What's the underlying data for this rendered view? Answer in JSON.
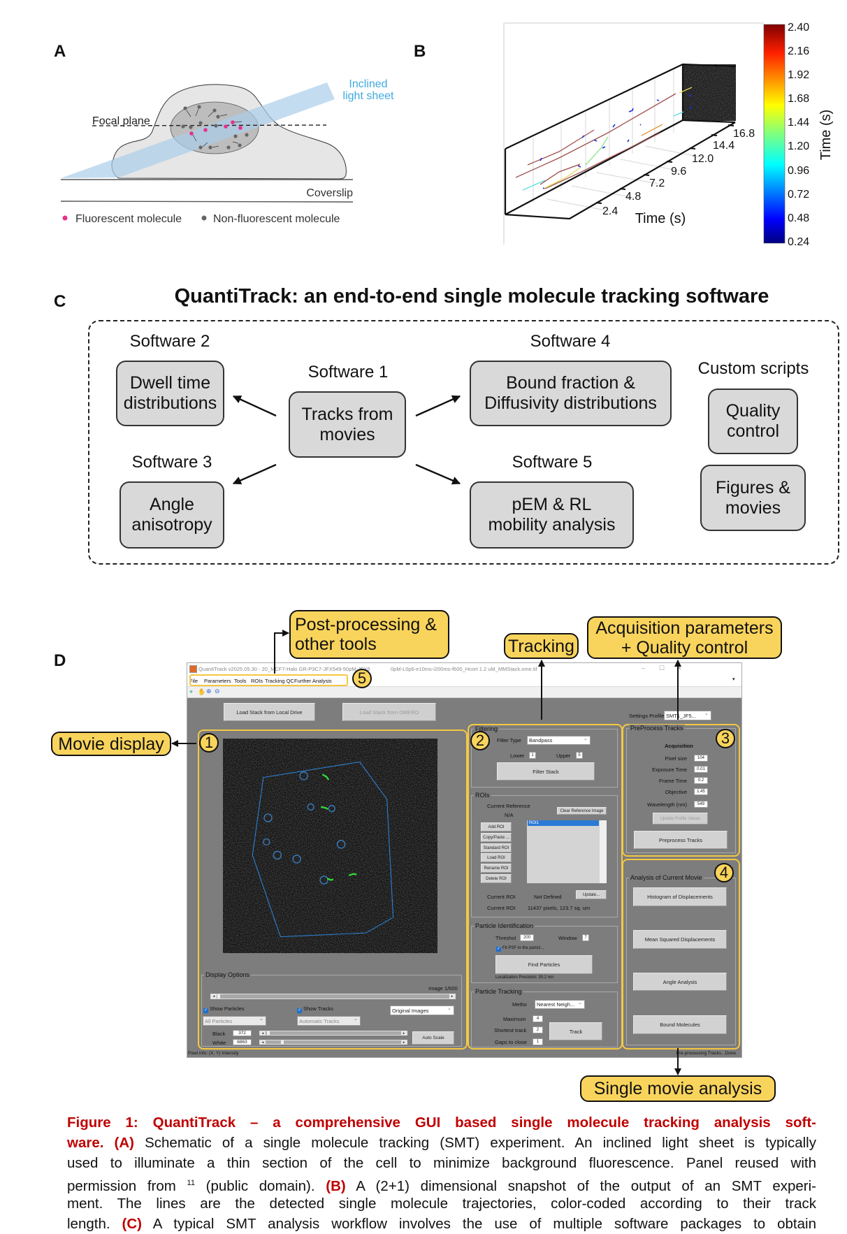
{
  "panel_labels": {
    "a": "A",
    "b": "B",
    "c": "C",
    "d": "D"
  },
  "panel_a": {
    "focal_plane": "Focal plane",
    "light_sheet_line1": "Inclined",
    "light_sheet_line2": "light sheet",
    "coverslip": "Coverslip",
    "legend": [
      {
        "label": "Fluorescent molecule",
        "color": "#e8308a"
      },
      {
        "label": "Non-fluorescent molecule",
        "color": "#666666"
      }
    ],
    "light_sheet_color": "#3fa9e0"
  },
  "panel_b": {
    "time_axis_ticks": [
      "2.4",
      "4.8",
      "7.2",
      "9.6",
      "12.0",
      "14.4",
      "16.8"
    ],
    "time_axis_label": "Time (s)",
    "colorbar": {
      "colormap": "jet",
      "ticks": [
        "2.40",
        "2.16",
        "1.92",
        "1.68",
        "1.44",
        "1.20",
        "0.96",
        "0.72",
        "0.48",
        "0.24"
      ],
      "label": "Time (s)"
    }
  },
  "panel_c": {
    "title": "QuantiTrack: an end-to-end single molecule tracking software",
    "software1": {
      "label": "Software 1",
      "box_line1": "Tracks from",
      "box_line2": "movies"
    },
    "software2": {
      "label": "Software 2",
      "box_line1": "Dwell time",
      "box_line2": "distributions"
    },
    "software3": {
      "label": "Software 3",
      "box_line1": "Angle",
      "box_line2": "anisotropy"
    },
    "software4": {
      "label": "Software 4",
      "box_line1": "Bound fraction &",
      "box_line2": "Diffusivity distributions"
    },
    "software5": {
      "label": "Software 5",
      "box_line1": "pEM & RL",
      "box_line2": "mobility analysis"
    },
    "custom": {
      "label": "Custom scripts",
      "qc_line1": "Quality",
      "qc_line2": "control",
      "fig_line1": "Figures &",
      "fig_line2": "movies"
    }
  },
  "panel_d": {
    "callouts": {
      "post_processing_line1": "Post-processing &",
      "post_processing_line2": "other tools",
      "tracking": "Tracking",
      "acquisition_line1": "Acquisition parameters",
      "acquisition_line2": "+ Quality control",
      "movie_display": "Movie display",
      "single_movie": "Single movie analysis"
    },
    "numbers": [
      "1",
      "2",
      "3",
      "4",
      "5"
    ],
    "gui": {
      "title_part1": "QuantiTrack v2025.05.30 - 20_MCF7-Halo GR-P3C7-JFX549-50pM-JFX6",
      "title_part2": "0pM-L0p6-e10ms-i200ms-f600_Hcort 1.2 uM_MMStack.ome.tif",
      "window_controls": {
        "minimize": "–",
        "maximize": "☐",
        "close": "✕"
      },
      "menu": [
        "File",
        "Parameters",
        "Tools",
        "ROIs",
        "Tracking QC",
        "Further Analysis"
      ],
      "toolbar_icons": [
        "data-cursor-icon",
        "pan-hand-icon",
        "zoom-in-icon",
        "zoom-out-icon"
      ],
      "load_local": "Load Stack from Local Drive",
      "load_omero": "Load Stack from OMERO",
      "settings_profile_label": "Settings Profile",
      "settings_profile_value": "SMT1_JF5...",
      "display_options": {
        "title": "Display Options",
        "image_counter": "Image 1/600",
        "image_slider_fraction": 0.0,
        "show_particles": "Show Particles",
        "show_particles_checked": true,
        "show_tracks": "Show Tracks",
        "show_tracks_checked": true,
        "particles_select": "All Particles",
        "tracks_select": "Automatic Tracks",
        "image_mode_select": "Original Images",
        "black_label": "Black",
        "black_value": "372",
        "white_label": "White",
        "white_value": "6863",
        "auto_scale": "Auto Scale"
      },
      "filtering": {
        "title": "Filtering",
        "filter_type_label": "Filter Type",
        "filter_type_value": "Bandpass",
        "lower_label": "Lower",
        "lower_value": "1",
        "upper_label": "Upper",
        "upper_value": "5",
        "filter_stack": "Filter Stack"
      },
      "rois": {
        "title": "ROIs",
        "current_reference_label": "Current Reference",
        "current_reference_value": "N/A",
        "clear_reference": "Clear Reference Image",
        "buttons": [
          "Add ROI",
          "Copy/Paste ...",
          "Standard ROI",
          "Load ROI",
          "Rename ROI",
          "Delete ROI"
        ],
        "list_items": [
          "ROI1"
        ],
        "current_roi_label": "Current ROI",
        "current_roi_value": "Not Defined",
        "update": "Update...",
        "current_roi_label2": "Current ROI",
        "current_roi_area": "11437 pixels, 123.7 sq. um"
      },
      "particle_identification": {
        "title": "Particle Identification",
        "threshold_label": "Threshol",
        "threshold_value": "200",
        "window_label": "Window",
        "window_value": "7",
        "fit_psf": "Fit PSF to the particl...",
        "fit_psf_checked": true,
        "find_particles": "Find Particles",
        "localization_precision": "Localization Precision: 30.2 nm"
      },
      "particle_tracking": {
        "title": "Particle Tracking",
        "method_label": "Metho",
        "method_value": "Nearest Neigh...",
        "maximum_label": "Maximum",
        "maximum_value": "4",
        "shortest_label": "Shortest track",
        "shortest_value": "2",
        "gaps_label": "Gaps to close",
        "gaps_value": "1",
        "track": "Track"
      },
      "preprocess": {
        "title": "PreProcess Tracks",
        "acquisition": "Acquisition",
        "fields": [
          {
            "label": "Pixel size",
            "value": "104"
          },
          {
            "label": "Exposure Time",
            "value": "0.01"
          },
          {
            "label": "Frame Time",
            "value": "0.2"
          },
          {
            "label": "Objective",
            "value": "1.45"
          },
          {
            "label": "Wavelength (nm)",
            "value": "549"
          }
        ],
        "update_profile": "Update Profile Values",
        "preprocess_tracks": "Preprocess Tracks"
      },
      "analysis": {
        "title": "Analysis of Current Movie",
        "buttons": [
          "Histogram of Displacements",
          "Mean Squared Displacements",
          "Angle Analysis",
          "Bound Molecules"
        ]
      },
      "status_left": "Pixel info: (X, Y) Intensity",
      "status_right": "Pre-processing Tracks...Done",
      "accent_color": "#f4c842"
    }
  },
  "caption": {
    "l1a": "Figure 1: QuantiTrack – a comprehensive GUI based single molecule tracking analysis soft-",
    "l2a": "ware. (A)",
    "l2b": " Schematic of a single molecule tracking (SMT) experiment. An inclined light sheet is typically",
    "l3": "used to illuminate a thin section of the cell to minimize background fluorescence. Panel reused with",
    "l4a": "permission from ",
    "l4ref": "11",
    "l4b": " (public domain). ",
    "l4c": "(B)",
    "l4d": " A (2+1) dimensional snapshot of the output of an SMT experi-",
    "l5": "ment. The lines are the detected single molecule trajectories, color-coded according to their track",
    "l6a": "length. ",
    "l6b": "(C)",
    "l6c": " A typical SMT analysis workflow involves the use of multiple software packages to obtain"
  }
}
